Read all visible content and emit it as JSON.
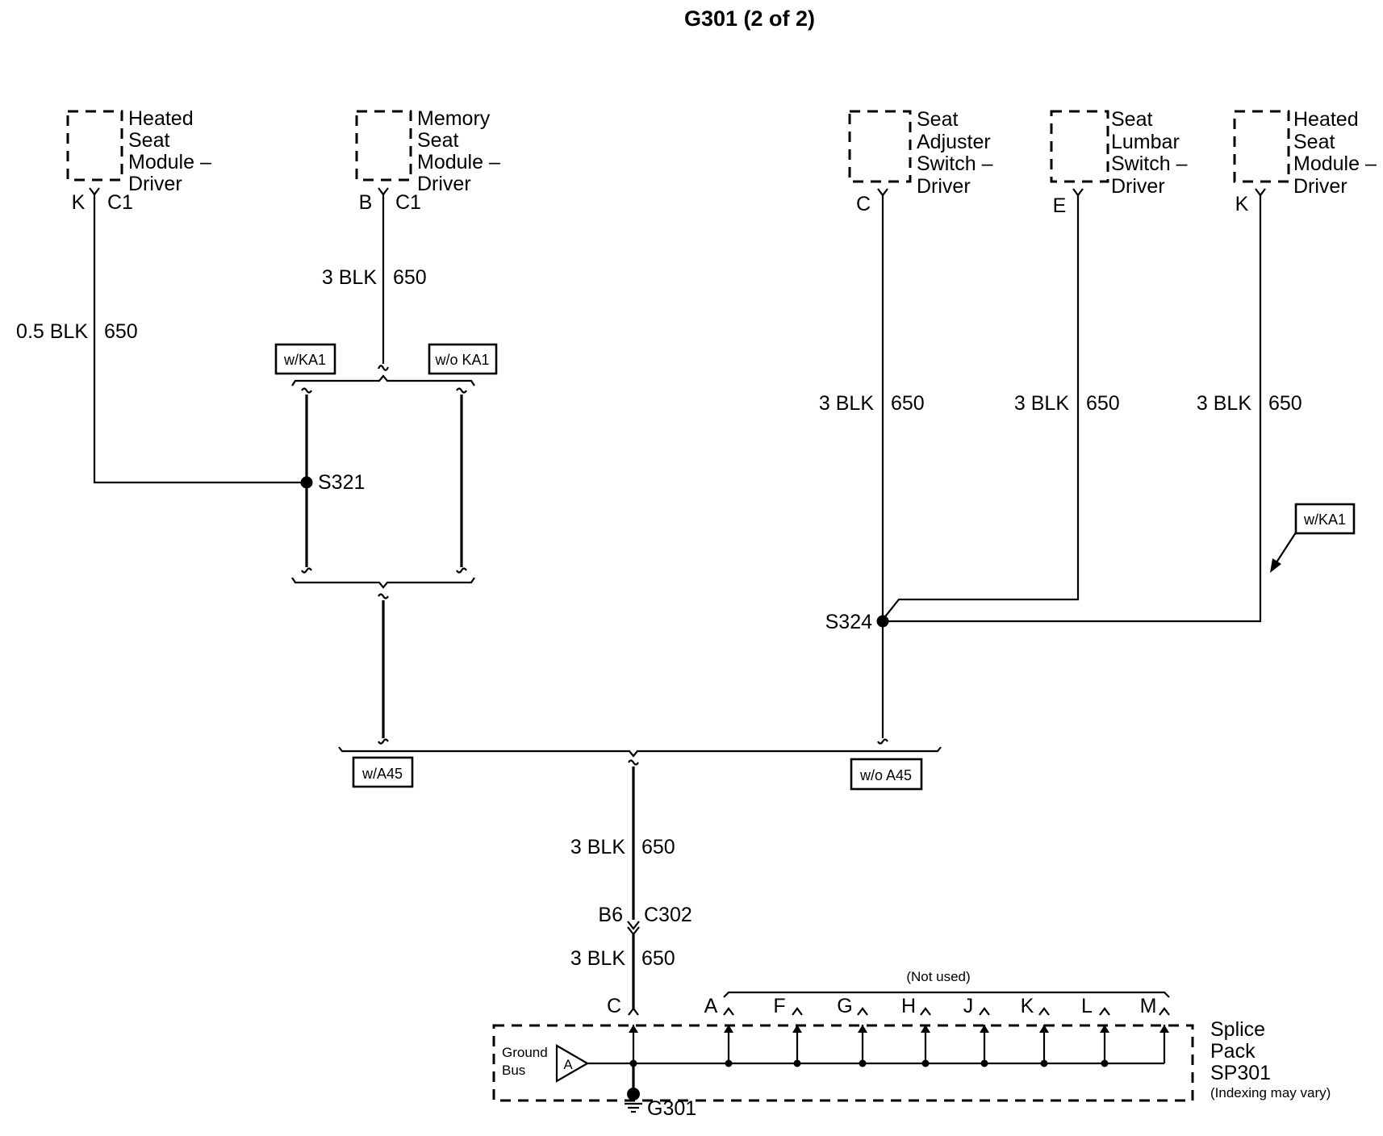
{
  "title": "G301 (2 of 2)",
  "components": {
    "heated_seat_module_left": {
      "lines": [
        "Heated",
        "Seat",
        "Module –",
        "Driver"
      ],
      "pin": "K",
      "connector": "C1"
    },
    "memory_seat_module": {
      "lines": [
        "Memory",
        "Seat",
        "Module –",
        "Driver"
      ],
      "pin": "B",
      "connector": "C1"
    },
    "seat_adjuster_switch": {
      "lines": [
        "Seat",
        "Adjuster",
        "Switch –",
        "Driver"
      ],
      "pin": "C"
    },
    "seat_lumbar_switch": {
      "lines": [
        "Seat",
        "Lumbar",
        "Switch –",
        "Driver"
      ],
      "pin": "E"
    },
    "heated_seat_module_right": {
      "lines": [
        "Heated",
        "Seat",
        "Module –",
        "Driver"
      ],
      "pin": "K"
    }
  },
  "wires": {
    "heated_left": {
      "gauge_color": "0.5 BLK",
      "circuit": "650"
    },
    "memory": {
      "gauge_color": "3 BLK",
      "circuit": "650"
    },
    "adjuster": {
      "gauge_color": "3 BLK",
      "circuit": "650"
    },
    "lumbar": {
      "gauge_color": "3 BLK",
      "circuit": "650"
    },
    "heated_right": {
      "gauge_color": "3 BLK",
      "circuit": "650"
    },
    "main_upper": {
      "gauge_color": "3 BLK",
      "circuit": "650"
    },
    "main_lower": {
      "gauge_color": "3 BLK",
      "circuit": "650"
    }
  },
  "options": {
    "with_ka1": "w/KA1",
    "without_ka1": "w/o KA1",
    "with_ka1_right": "w/KA1",
    "with_a45": "w/A45",
    "without_a45": "w/o A45"
  },
  "splices": {
    "s321": "S321",
    "s324": "S324"
  },
  "inline_connector": {
    "pin": "B6",
    "connector": "C302"
  },
  "splice_pack": {
    "lines": [
      "Splice",
      "Pack",
      "SP301"
    ],
    "note": "(Indexing may vary)",
    "ground_bus_lines": [
      "Ground",
      "Bus"
    ],
    "ground_bus_marker": "A",
    "not_used_label": "(Not used)",
    "pins": [
      "C",
      "A",
      "F",
      "G",
      "H",
      "J",
      "K",
      "L",
      "M"
    ]
  },
  "ground": "G301"
}
